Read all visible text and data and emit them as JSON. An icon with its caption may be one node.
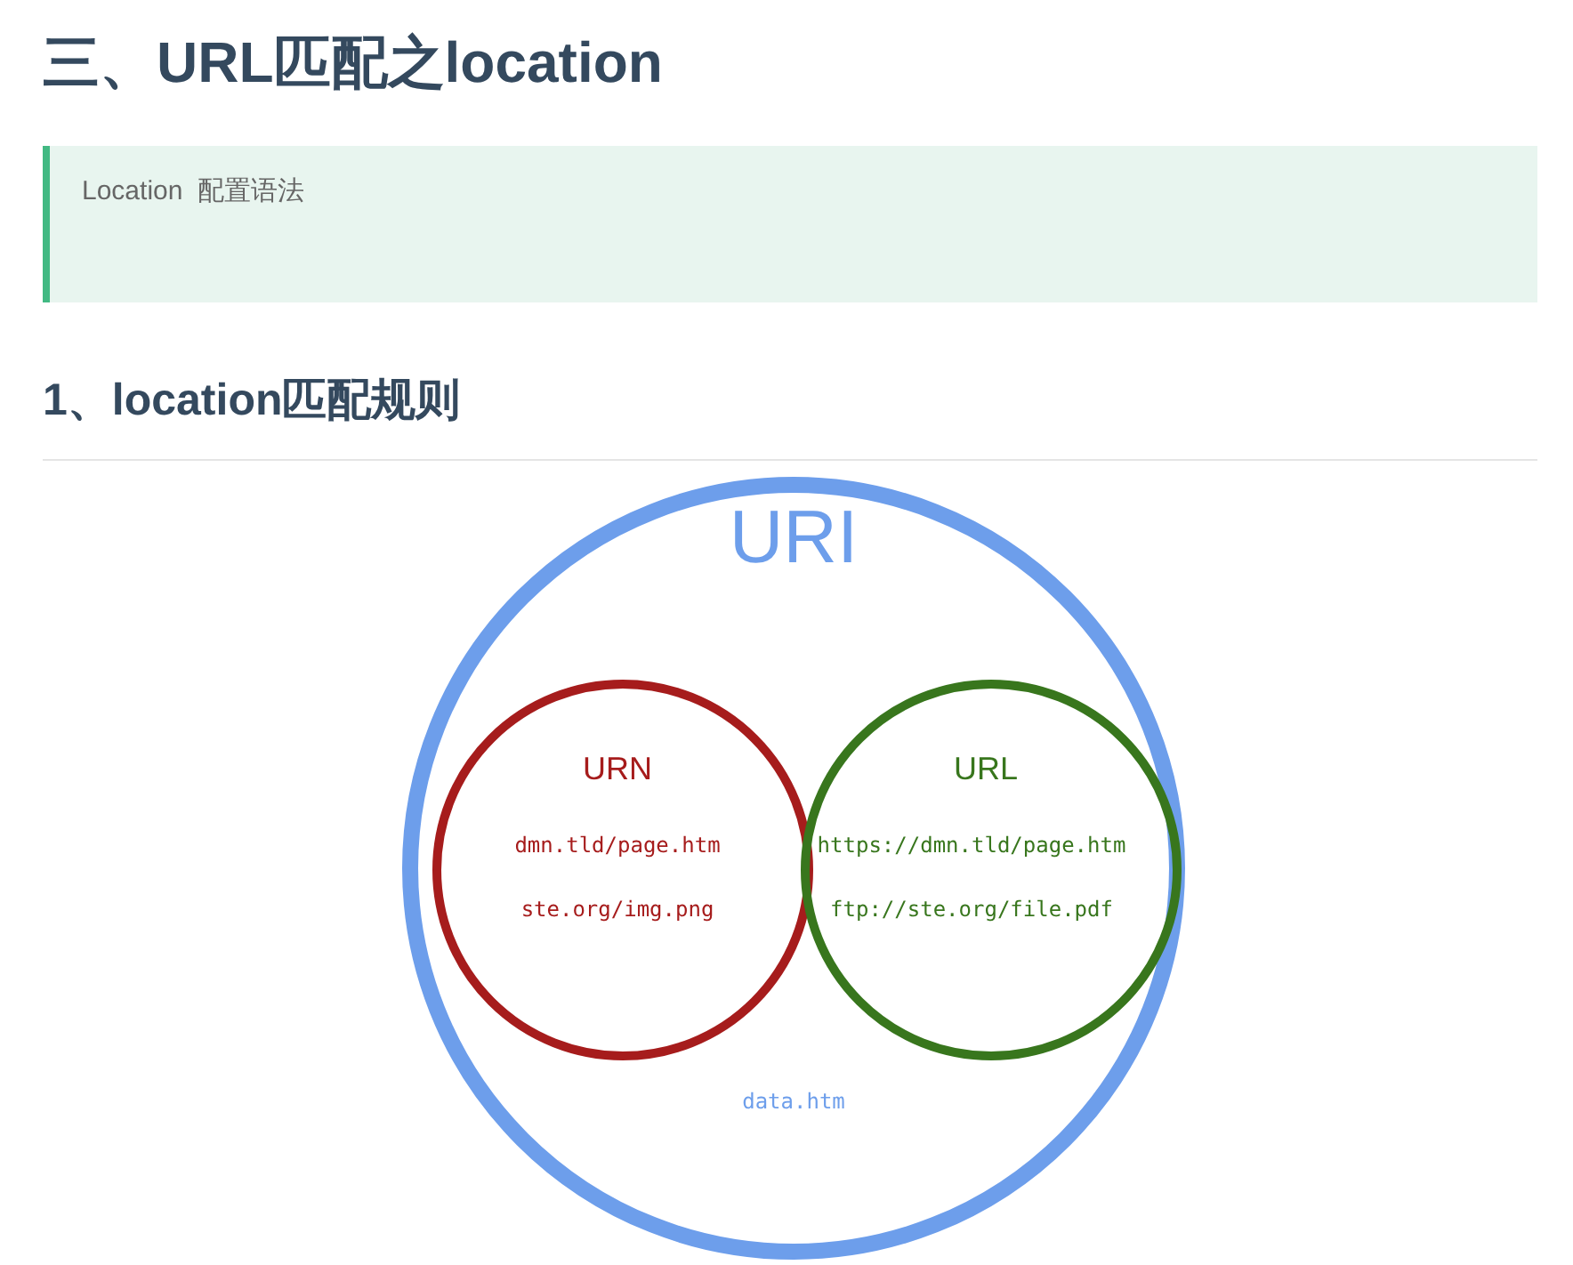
{
  "diagram": {
    "title": "三、URL匹配之location",
    "nodes": [
      {
        "text": [
          "URI",
          "data.htm"
        ]
      },
      {
        "text": [
          "URN",
          "dmn.tld/page.htm",
          "ste.org/img.png"
        ],
        "in": 0
      },
      {
        "text": [
          "URL",
          "https://dmn.tld/page.htm",
          "ftp://ste.org/file.pdf"
        ],
        "in": 0
      }
    ],
    "labels": [
      "Location  配置语法",
      "1、location匹配规则"
    ]
  }
}
